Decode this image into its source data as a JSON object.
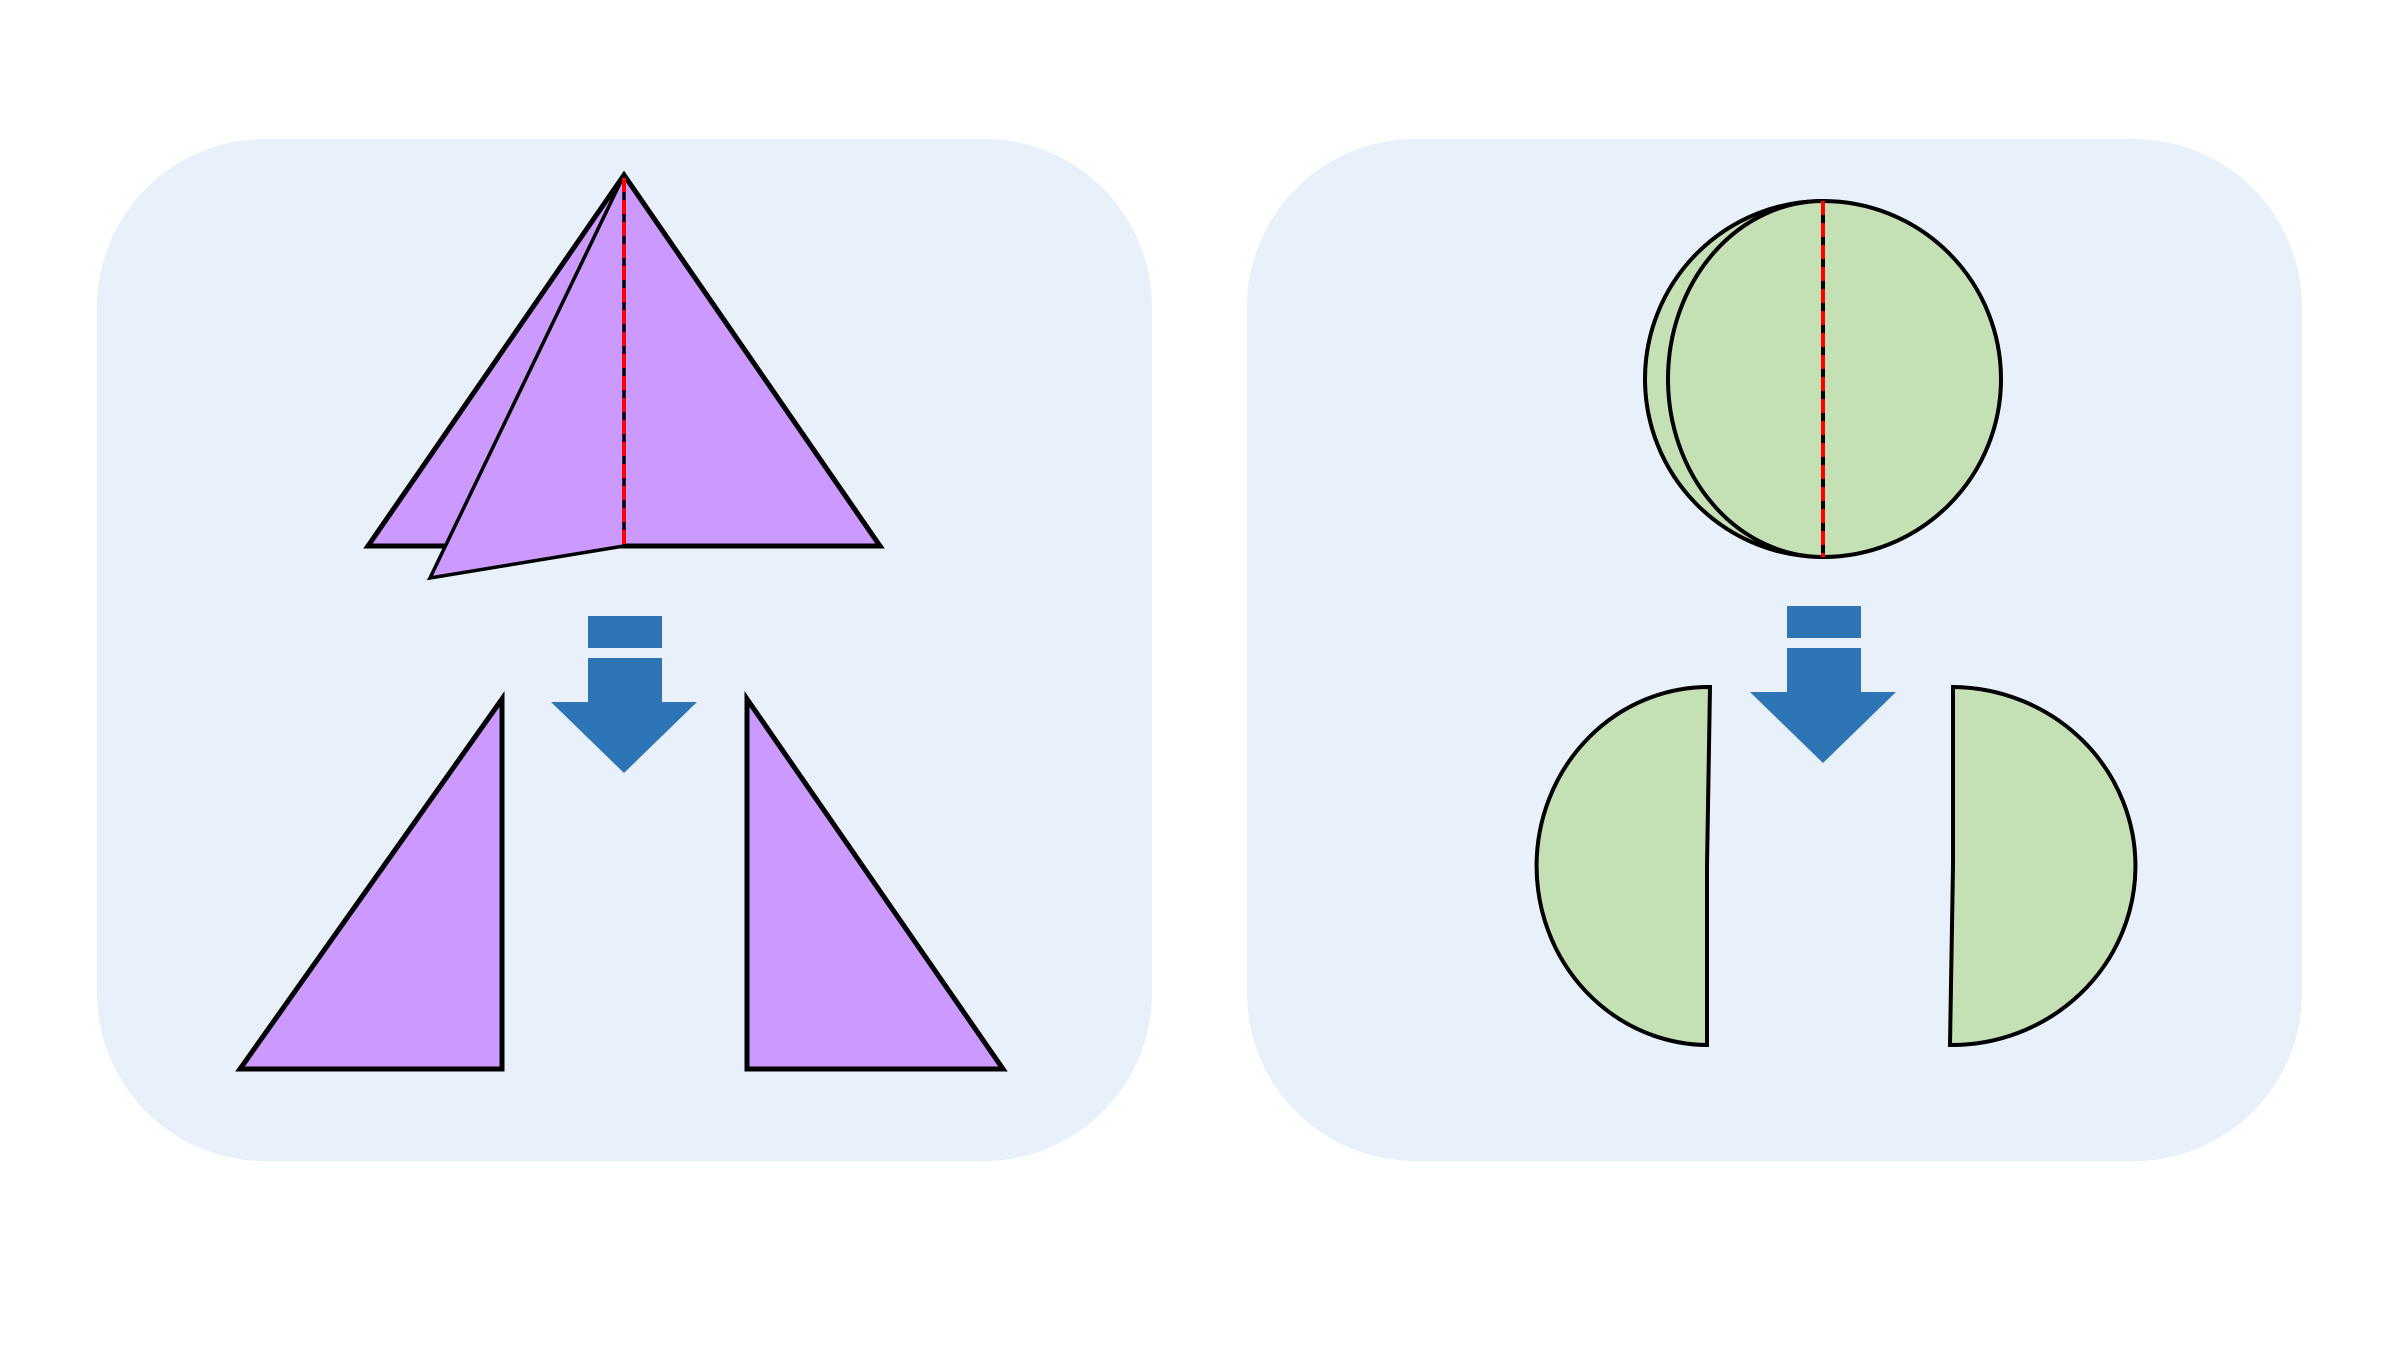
{
  "colors": {
    "background": "#ffffff",
    "panel_fill": "#e8f0fa",
    "triangle_fill": "#cc99ff",
    "circle_fill": "#c5e0b4",
    "outline": "#000000",
    "fold_line": "#ff0000",
    "arrow": "#2e75b6"
  },
  "panels": [
    {
      "id": "triangle-fold",
      "shape": "triangle",
      "fold": "along-altitude",
      "result": "two-right-triangles"
    },
    {
      "id": "circle-fold",
      "shape": "circle",
      "fold": "along-diameter",
      "result": "two-semicircles"
    }
  ],
  "icons": [
    "fold-arrow-icon",
    "fold-arrow-icon"
  ]
}
